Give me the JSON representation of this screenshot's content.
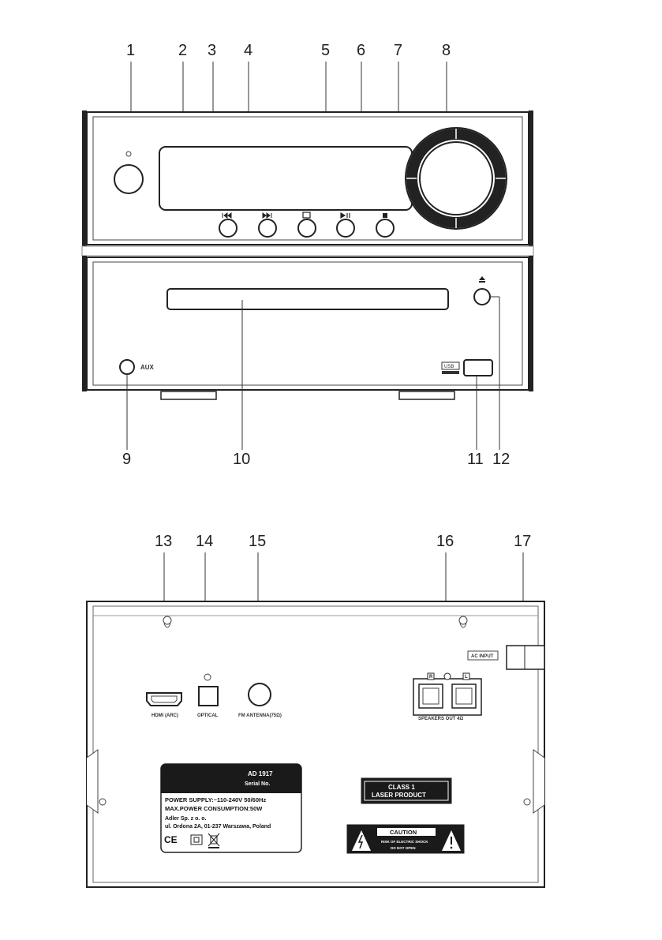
{
  "callouts_front": [
    "1",
    "2",
    "3",
    "4",
    "5",
    "6",
    "7",
    "8",
    "9",
    "10",
    "11",
    "12"
  ],
  "callouts_rear": [
    "13",
    "14",
    "15",
    "16",
    "17"
  ],
  "front_panel": {
    "aux_label": "AUX",
    "usb_label": "USB"
  },
  "rear_panel": {
    "hdmi_label": "HDMI (ARC)",
    "optical_label": "OPTICAL",
    "fm_label": "FM ANTENNA(75Ω)",
    "speakers_label": "SPEAKERS OUT 4Ω",
    "speaker_r": "R",
    "speaker_l": "L",
    "ac_input_label": "AC INPUT",
    "info_label": {
      "model": "AD 1917",
      "serial": "Serial No.",
      "power_supply": "POWER SUPPLY:~110-240V  50/60Hz",
      "max_power": "MAX.POWER CONSUMPTION:50W",
      "company": "Adler Sp. z o. o.",
      "address": "ul. Ordona 2A, 01-237 Warszawa, Poland",
      "ce_mark": "CE"
    },
    "laser_label": {
      "line1": "CLASS 1",
      "line2": "LASER PRODUCT"
    },
    "caution_label": {
      "title": "CAUTION",
      "line1": "RISK OF ELECTRIC SHOCK",
      "line2": "DO NOT OPEN"
    }
  },
  "colors": {
    "line": "#222222",
    "label_dark": "#1a1a1a",
    "knob_ring": "#222222"
  }
}
